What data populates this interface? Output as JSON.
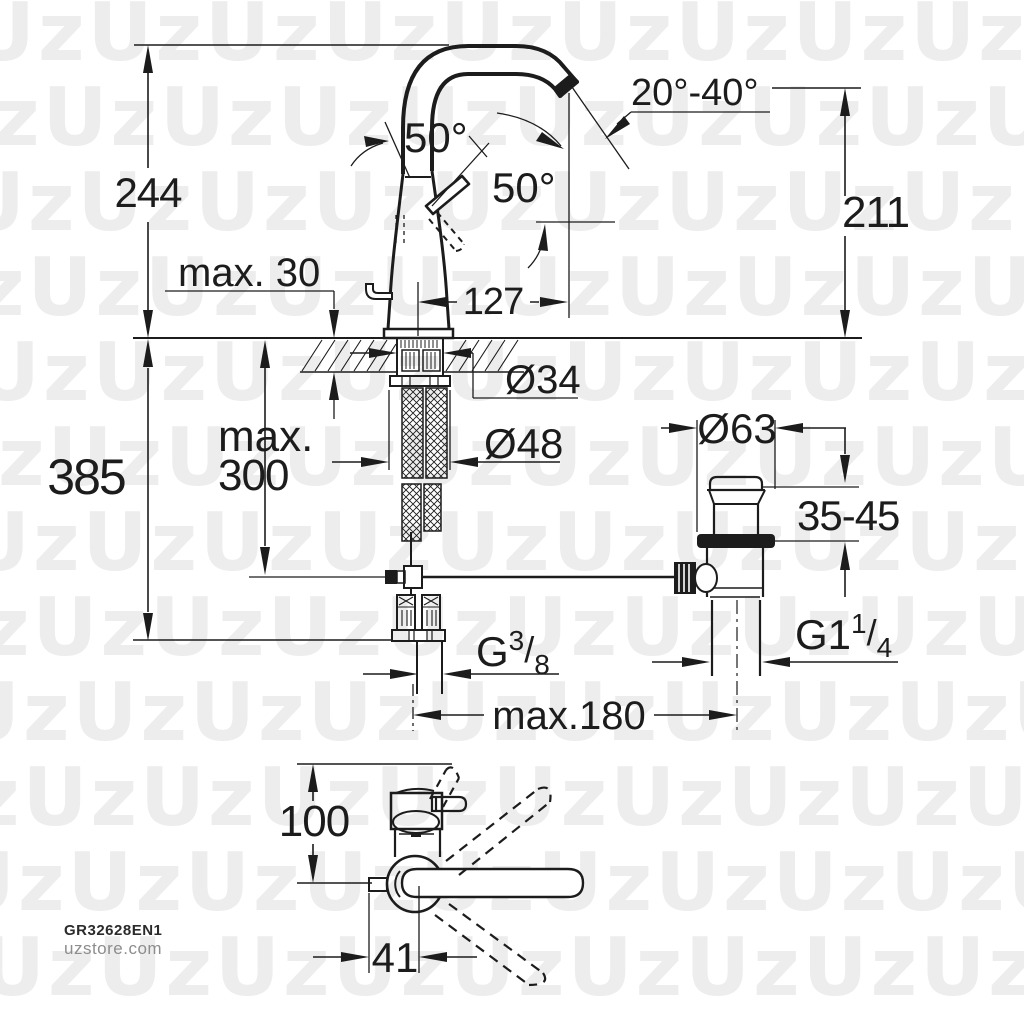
{
  "watermark": {
    "row_text": "UzUzUzUzUzUzUzUzUzUz"
  },
  "footer": {
    "product_code": "GR32628EN1",
    "site": "uzstore.com"
  },
  "colors": {
    "line": "#1c1c1c",
    "watermark": "#ededed",
    "footer_muted": "#8d8d8d"
  },
  "front_view": {
    "labels": {
      "overall_height": "244",
      "spout_height": "211",
      "spout_reach": "127",
      "deck_thickness_max": "max. 30",
      "spout_angle_range": "20°-40°",
      "swivel_angle": "50°",
      "handle_angle": "50°",
      "below_deck_total": "385",
      "hose_length_max_line1": "max.",
      "hose_length_max_line2": "300",
      "shank_diameter": "Ø34",
      "nut_diameter": "Ø48",
      "supply_thread": {
        "prefix": "G",
        "sup": "3",
        "slash": "/",
        "sub": "8"
      },
      "drain_distance_max": "max.180"
    }
  },
  "drain_view": {
    "labels": {
      "flange_diameter": "Ø63",
      "clamp_range": "35-45",
      "waste_thread": {
        "prefix": "G1",
        "sup": "1",
        "slash": "/",
        "sub": "4"
      }
    }
  },
  "top_view": {
    "labels": {
      "body_depth": "100",
      "center_offset": "41"
    }
  }
}
